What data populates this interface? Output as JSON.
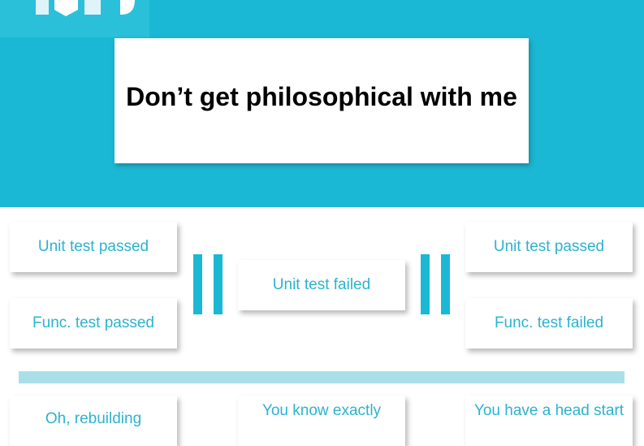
{
  "slide": {
    "title": "Don’t get philosophical with me"
  },
  "left_column": {
    "unit": "Unit test passed",
    "func": "Func. test passed",
    "bottom": "Oh, rebuilding"
  },
  "center_column": {
    "unit": "Unit test failed",
    "bottom": "You know exactly"
  },
  "right_column": {
    "unit": "Unit test passed",
    "func": "Func. test failed",
    "bottom": "You have a head start"
  },
  "colors": {
    "accent": "#1bb8d5",
    "logo_bg": "#2bc0da",
    "card_text": "#2bb3cf",
    "divider": "#aadfe9"
  },
  "icons": {
    "logo": "logo-mark-icon",
    "equals": "equals-sign-icon"
  }
}
